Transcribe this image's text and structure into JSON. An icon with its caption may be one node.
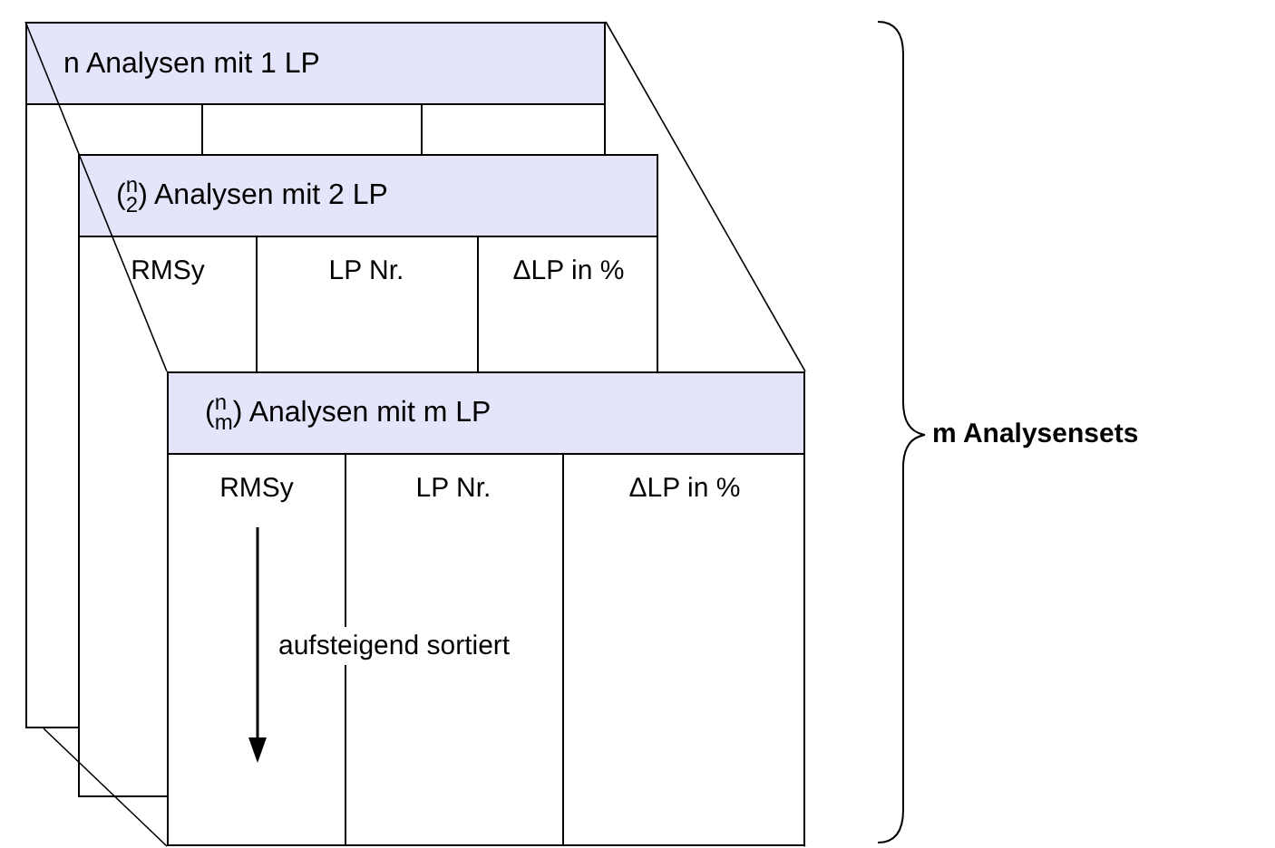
{
  "diagram": {
    "nodes": [
      {
        "text": [
          "n Analysen mit 1 LP"
        ]
      },
      {
        "text": [
          "($^{n}$$_{2}$) Analysen mit 2 LP",
          "RMSy",
          "LP Nr.",
          "ΔLP in %"
        ]
      },
      {
        "text": [
          "($^{n}$$_{m}$) Analysen mit m LP",
          "RMSy",
          "LP Nr.",
          "ΔLP in %",
          "aufsteigend sortiert"
        ]
      }
    ],
    "edges": [],
    "labels": [
      "m Analysensets"
    ]
  }
}
